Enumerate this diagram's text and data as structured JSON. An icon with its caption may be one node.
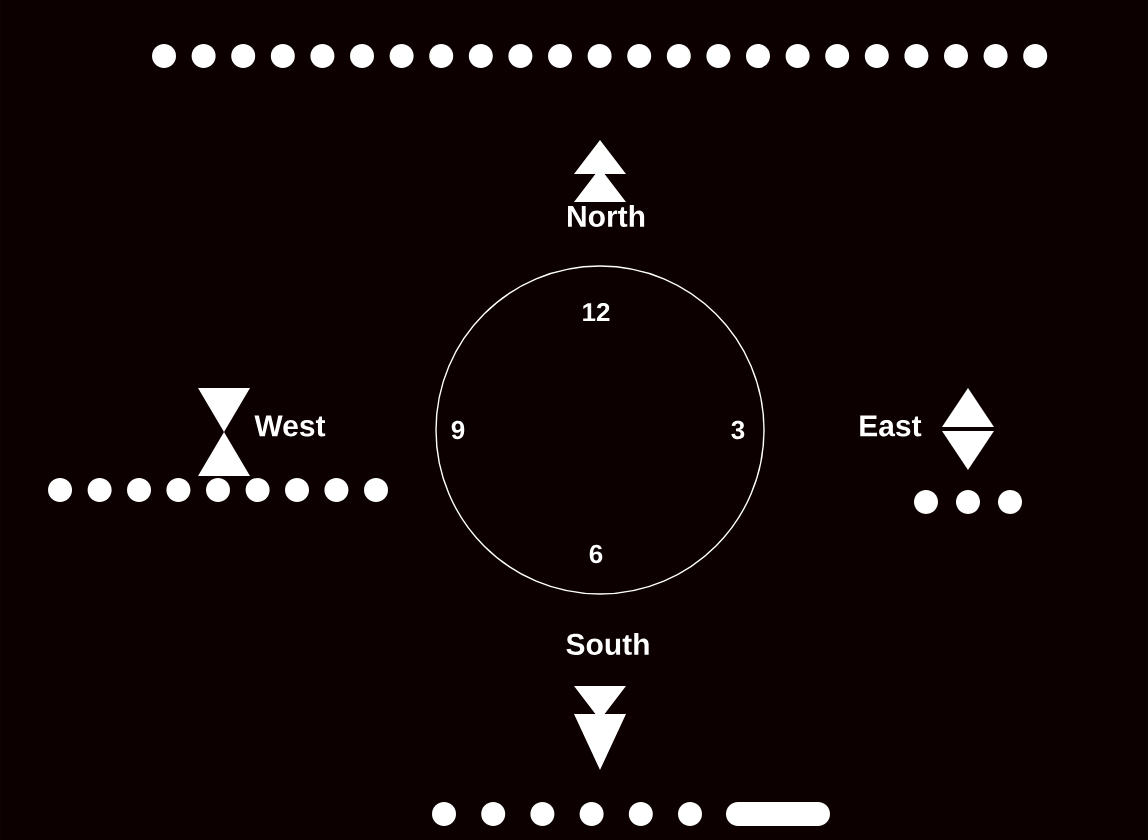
{
  "diagram": {
    "nodes": [
      {
        "text": [
          "12",
          "9",
          "3",
          "6"
        ]
      }
    ],
    "labels": [
      "North",
      "West",
      "East",
      "South"
    ]
  }
}
